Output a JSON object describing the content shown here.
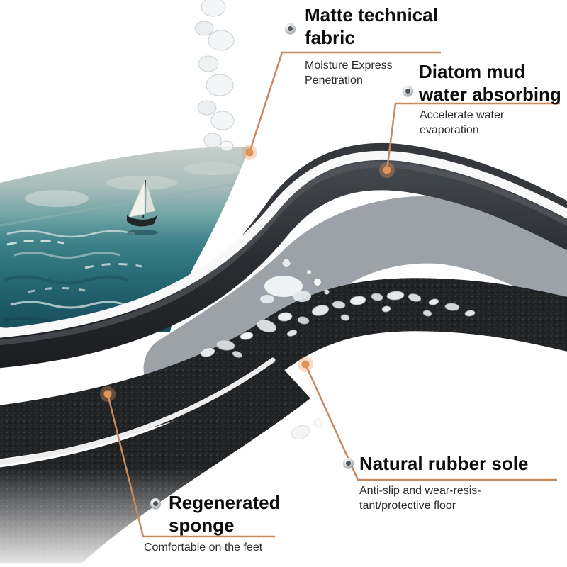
{
  "accent": {
    "line_color": "#c78a5e",
    "dot_color": "#e09357"
  },
  "callouts": {
    "fabric": {
      "title_lines": [
        "Matte technical",
        "fabric"
      ],
      "desc_lines": [
        "Moisture Express",
        "Penetration"
      ]
    },
    "diatom": {
      "title_lines": [
        "Diatom mud",
        "water absorbing"
      ],
      "desc_lines": [
        "Accelerate water",
        "evaporation"
      ]
    },
    "rubber": {
      "title_lines": [
        "Natural rubber sole"
      ],
      "desc_lines": [
        "Anti-slip and wear-resis-",
        "tant/protective floor"
      ]
    },
    "sponge": {
      "title_lines": [
        "Regenerated",
        "sponge"
      ],
      "desc_lines": [
        "Comfortable on the feet"
      ]
    }
  }
}
